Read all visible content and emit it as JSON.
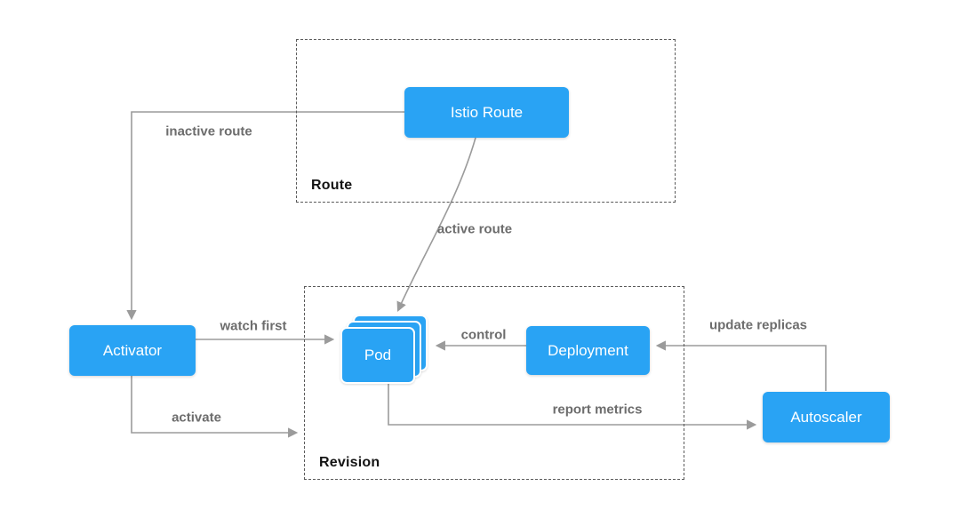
{
  "diagram": {
    "colors": {
      "node_fill": "#29A3F4",
      "node_text": "#ffffff",
      "edge": "#9b9b9b",
      "edge_label_text": "#6d6d6d",
      "group_border": "#5a5a5a",
      "group_label_text": "#141414",
      "background": "#ffffff"
    },
    "groups": {
      "route": {
        "label": "Route"
      },
      "revision": {
        "label": "Revision"
      }
    },
    "nodes": {
      "istio_route": {
        "label": "Istio Route"
      },
      "activator": {
        "label": "Activator"
      },
      "pod": {
        "label": "Pod"
      },
      "deployment": {
        "label": "Deployment"
      },
      "autoscaler": {
        "label": "Autoscaler"
      }
    },
    "edges": {
      "inactive_route": {
        "label": "inactive route",
        "from": "istio_route",
        "to": "activator"
      },
      "active_route": {
        "label": "active route",
        "from": "istio_route",
        "to": "pod"
      },
      "watch_first": {
        "label": "watch first",
        "from": "activator",
        "to": "pod"
      },
      "control": {
        "label": "control",
        "from": "deployment",
        "to": "pod"
      },
      "update_replicas": {
        "label": "update replicas",
        "from": "autoscaler",
        "to": "deployment"
      },
      "report_metrics": {
        "label": "report metrics",
        "from": "pod",
        "to": "autoscaler"
      },
      "activate": {
        "label": "activate",
        "from": "activator",
        "to": "revision"
      }
    }
  }
}
